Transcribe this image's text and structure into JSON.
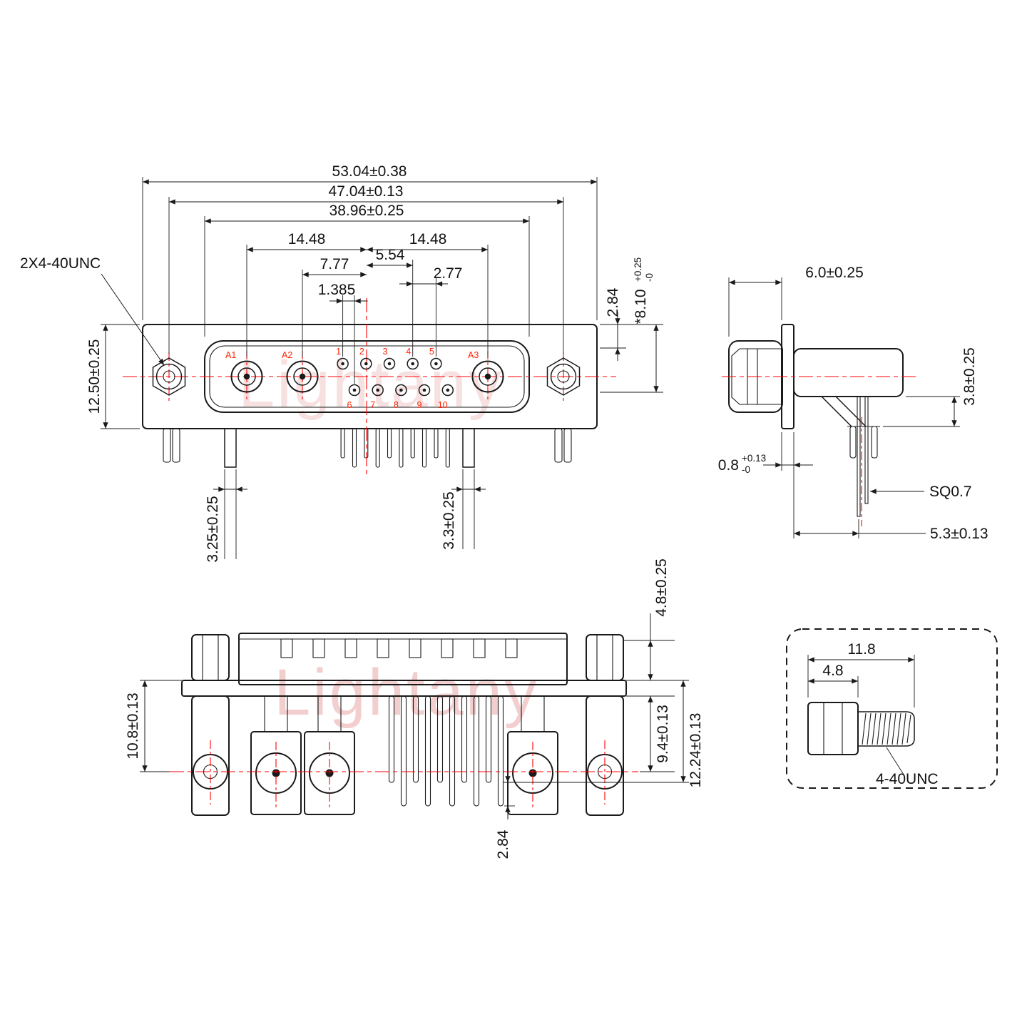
{
  "watermark": {
    "text": "Lightany"
  },
  "front_view": {
    "thread_callout": "2X4-40UNC",
    "dims": {
      "overall_width": "53.04±0.38",
      "mount_hole_span": "47.04±0.13",
      "shell_width": "38.96±0.25",
      "a1_to_center": "14.48",
      "center_to_a3": "14.48",
      "a2_to_center": "7.77",
      "center_to_pin4": "5.54",
      "pin_pitch": "2.77",
      "row_stagger": "1.385",
      "flange_height": "12.50±0.25",
      "top_to_row": "2.84",
      "shell_height": {
        "value": "*8.10",
        "tol_plus": "+0.25",
        "tol_minus": "-0"
      },
      "left_leg": "3.25±0.25",
      "right_leg": "3.3±0.25"
    },
    "labels": {
      "coax": [
        "A1",
        "A2",
        "A3"
      ],
      "top_row": [
        "1",
        "2",
        "3",
        "4",
        "5"
      ],
      "bottom_row": [
        "6",
        "7",
        "8",
        "9",
        "10"
      ]
    }
  },
  "side_view": {
    "dims": {
      "shell_depth": "6.0±0.25",
      "pin_height": "3.8±0.25",
      "flange_thickness": {
        "value": "0.8",
        "tol_plus": "+0.13",
        "tol_minus": "-0"
      },
      "pin_section": "SQ0.7",
      "face_to_pin": "5.3±0.13"
    }
  },
  "bottom_view": {
    "dims": {
      "flange_to_center": "10.8±0.13",
      "shell_to_flange": "4.8±0.25",
      "flange_to_center_rear": "9.4±0.13",
      "flange_to_pin_tip": "12.24±0.13",
      "tip_row_offset": "2.84"
    }
  },
  "screw_detail": {
    "dims": {
      "overall_length": "11.8",
      "head_length": "4.8"
    },
    "thread_label": "4-40UNC"
  }
}
